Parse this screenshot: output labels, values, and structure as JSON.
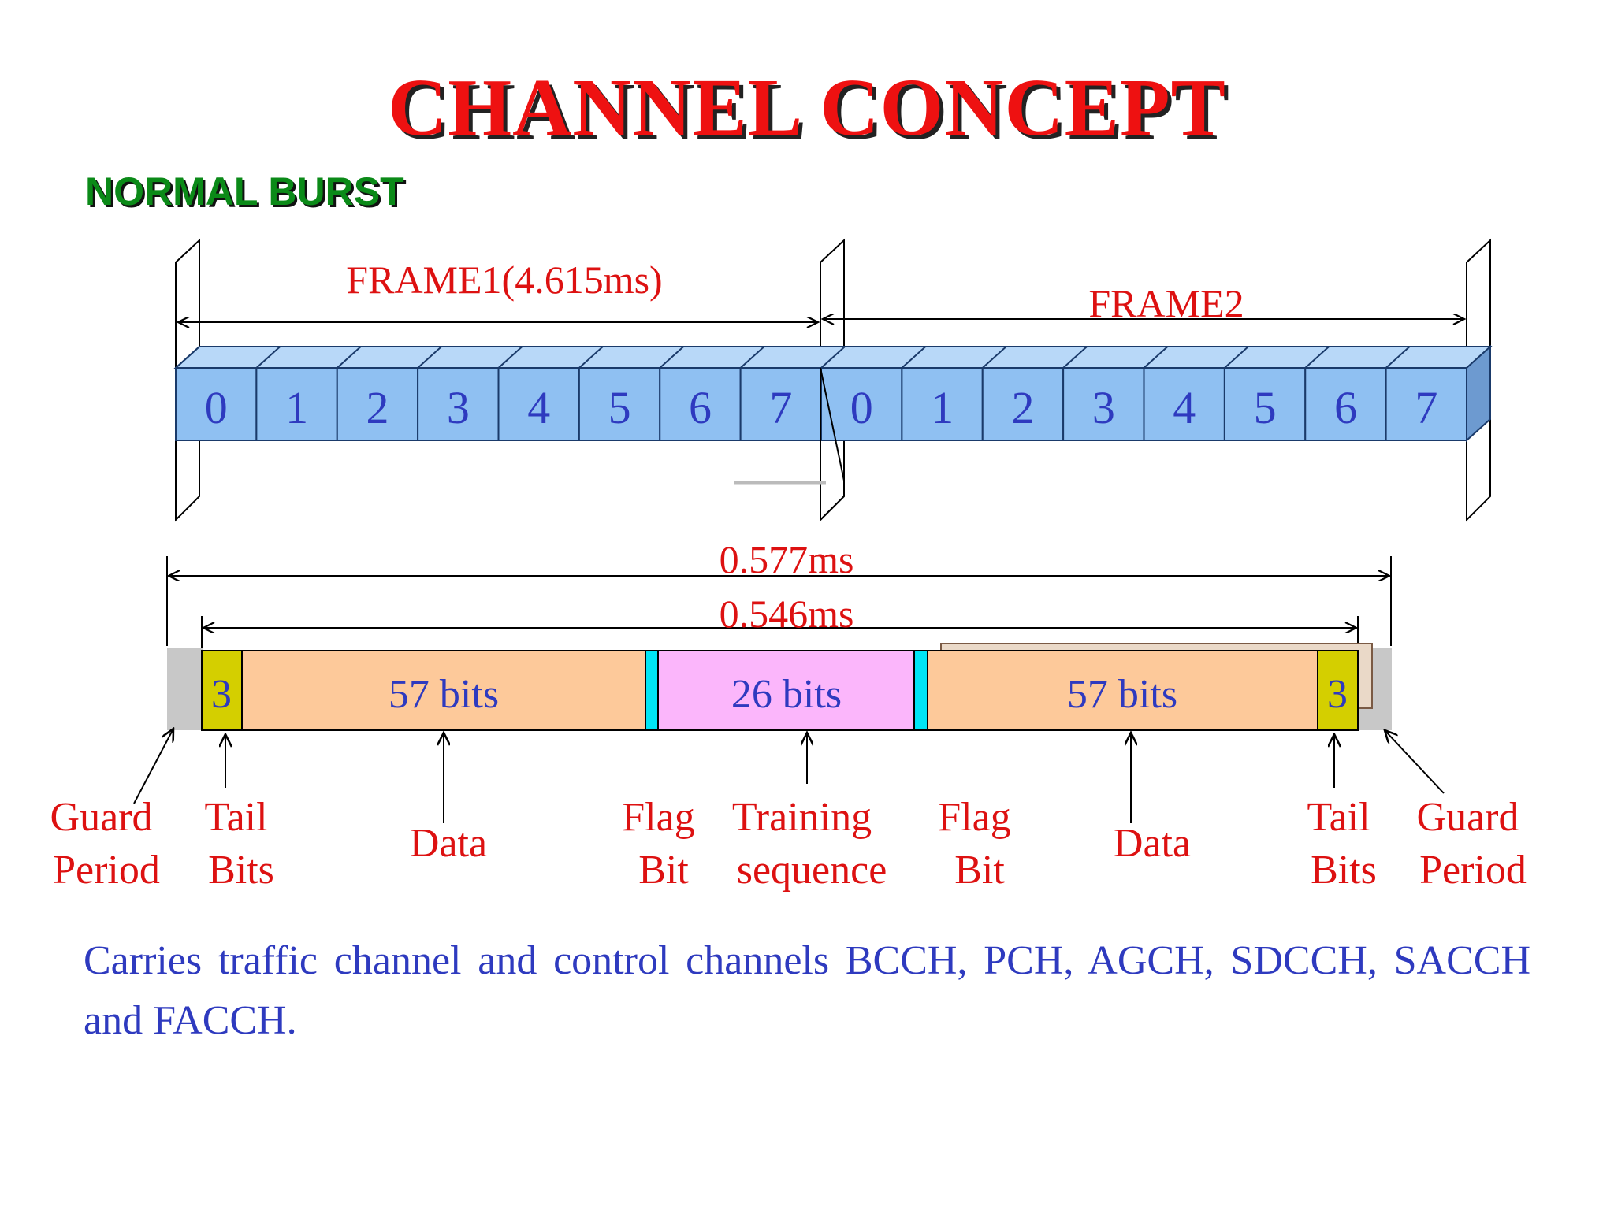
{
  "title": "CHANNEL CONCEPT",
  "subtitle": "NORMAL BURST",
  "frames": {
    "frame1_label": "FRAME1(4.615ms)",
    "frame2_label": "FRAME2",
    "slots": [
      "0",
      "1",
      "2",
      "3",
      "4",
      "5",
      "6",
      "7",
      "0",
      "1",
      "2",
      "3",
      "4",
      "5",
      "6",
      "7"
    ]
  },
  "burst": {
    "total_duration": "0.577ms",
    "useful_duration": "0.546ms",
    "fields": {
      "tail_left": "3",
      "data_left": "57 bits",
      "training": "26 bits",
      "data_right": "57 bits",
      "tail_right": "3"
    }
  },
  "labels": {
    "guard_left": [
      "Guard",
      "Period"
    ],
    "tail_left": [
      "Tail",
      "Bits"
    ],
    "data_left": "Data",
    "flag_left": [
      "Flag",
      "Bit"
    ],
    "training": [
      "Training",
      "sequence"
    ],
    "flag_right": [
      "Flag",
      "Bit"
    ],
    "data_right": "Data",
    "tail_right": [
      "Tail",
      "Bits"
    ],
    "guard_right": [
      "Guard",
      "Period"
    ]
  },
  "description": "Carries traffic channel and control channels BCCH, PCH, AGCH, SDCCH, SACCH and FACCH.",
  "colors": {
    "title": "#ee1111",
    "subtitle": "#0b8a18",
    "slot_fill": "#8fc0f2",
    "data_fill": "#fdc99a",
    "training_fill": "#fbb6fb",
    "tail_fill": "#d4cf00",
    "flag_fill": "#00e5f5",
    "guard_fill": "#c8c8c8",
    "label_red": "#dd1111",
    "number_blue": "#2e3abf"
  }
}
